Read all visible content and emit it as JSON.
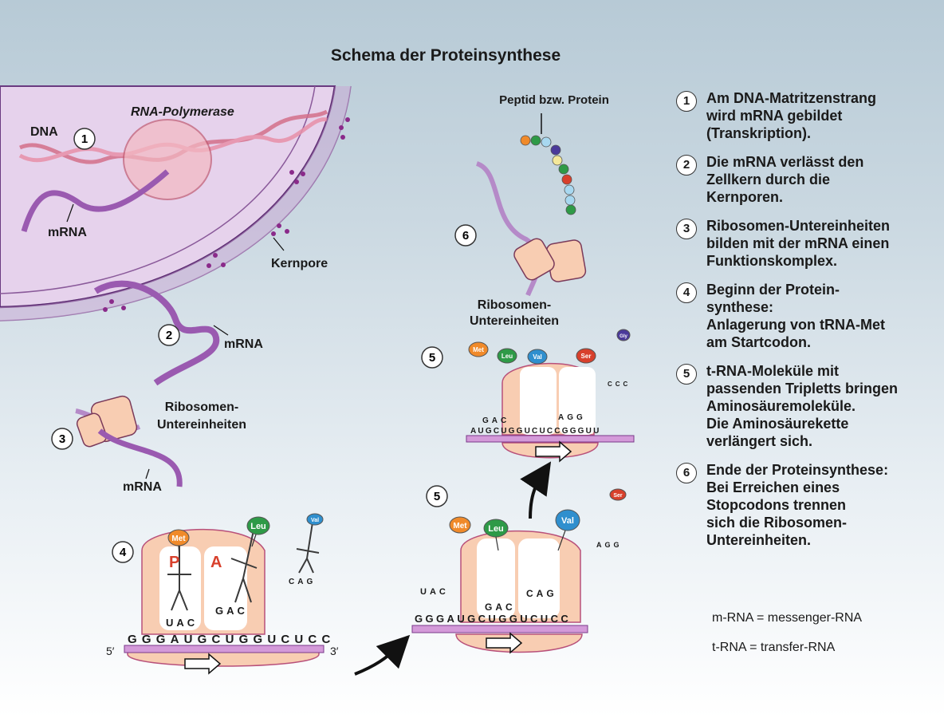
{
  "title": "Schema der Proteinsynthese",
  "labels": {
    "dna": "DNA",
    "rna_polymerase": "RNA-Polymerase",
    "mrna": "mRNA",
    "kernpore": "Kernpore",
    "ribosomen_untereinheiten_a": "Ribosomen-",
    "ribosomen_untereinheiten_b": "Untereinheiten",
    "peptid": "Peptid bzw. Protein",
    "p_site": "P",
    "a_site": "A",
    "five_prime": "5′",
    "three_prime": "3′"
  },
  "diagram_numbers": [
    "1",
    "2",
    "3",
    "4",
    "5",
    "5",
    "6"
  ],
  "amino_acids": {
    "met": "Met",
    "leu": "Leu",
    "val": "Val",
    "ser": "Ser",
    "gly": "Gly"
  },
  "colors": {
    "met": "#f08a2a",
    "leu": "#2e9a47",
    "val": "#2f8fce",
    "ser": "#d8402c",
    "gly": "#4a3a9a",
    "ribosome": "#f8cdb2",
    "nucleus": "#e4cdea",
    "mrna_strand": "#d49ad9"
  },
  "sequences": {
    "panel4": "GGGAUGCUGGUCUCC",
    "panel5a": "GGGAUGCUGGUCUCC",
    "panel5b": "AUGCUGGUCUCCGGGUU"
  },
  "anticodons": {
    "uac": "UAC",
    "gac": "GAC",
    "cag": "CAG",
    "agg": "AGG",
    "ccc": "CCC"
  },
  "steps": [
    {
      "num": "1",
      "lines": [
        "Am DNA-Matritzenstrang",
        "wird mRNA gebildet",
        "(Transkription)."
      ]
    },
    {
      "num": "2",
      "lines": [
        "Die mRNA verlässt den",
        "Zellkern durch die",
        "Kernporen."
      ]
    },
    {
      "num": "3",
      "lines": [
        "Ribosomen-Untereinheiten",
        "bilden mit der mRNA einen",
        "Funktionskomplex."
      ]
    },
    {
      "num": "4",
      "lines": [
        "Beginn der Protein-",
        "synthese:",
        "Anlagerung von tRNA-Met",
        "am Startcodon."
      ]
    },
    {
      "num": "5",
      "lines": [
        "t-RNA-Moleküle mit",
        "passenden Tripletts bringen",
        "Aminosäuremoleküle.",
        "Die Aminosäurekette",
        "verlängert sich."
      ]
    },
    {
      "num": "6",
      "lines": [
        "Ende der Proteinsynthese:",
        "Bei Erreichen eines",
        "Stopcodons trennen",
        "sich die Ribosomen-",
        "Untereinheiten."
      ]
    }
  ],
  "abbreviations": {
    "mrna": "m-RNA = messenger-RNA",
    "trna": "t-RNA = transfer-RNA"
  }
}
